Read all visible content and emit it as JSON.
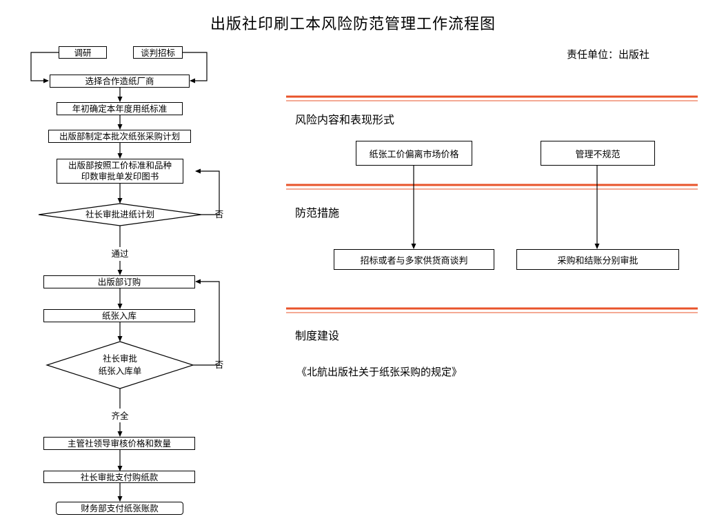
{
  "title": "出版社印刷工本风险防范管理工作流程图",
  "responsibility": "责任单位：出版社",
  "flow": {
    "research": "调研",
    "negotiate_tender": "谈判招标",
    "select_supplier": "选择合作造纸厂商",
    "annual_standard": "年初确定本年度用纸标准",
    "purchase_plan": "出版部制定本批次纸张采购计划",
    "print_order_line1": "出版部按照工价标准和品种",
    "print_order_line2": "印数审批单发印图书",
    "president_approve_plan": "社长审批进纸计划",
    "no_1": "否",
    "pass": "通过",
    "order": "出版部订购",
    "warehouse_in": "纸张入库",
    "president_approve_receipt_line1": "社长审批",
    "president_approve_receipt_line2": "纸张入库单",
    "no_2": "否",
    "complete": "齐全",
    "leader_review": "主管社领导审核价格和数量",
    "president_approve_payment": "社长审批支付购纸款",
    "finance_pay": "财务部支付纸张账款"
  },
  "right": {
    "risk_heading": "风险内容和表现形式",
    "risk_1": "纸张工价偏离市场价格",
    "risk_2": "管理不规范",
    "measures_heading": "防范措施",
    "measure_1": "招标或者与多家供货商谈判",
    "measure_2": "采购和结账分别审批",
    "system_heading": "制度建设",
    "regulation": "《北航出版社关于纸张采购的规定》"
  },
  "colors": {
    "accent_line": "#e8532a",
    "text": "#000000"
  }
}
